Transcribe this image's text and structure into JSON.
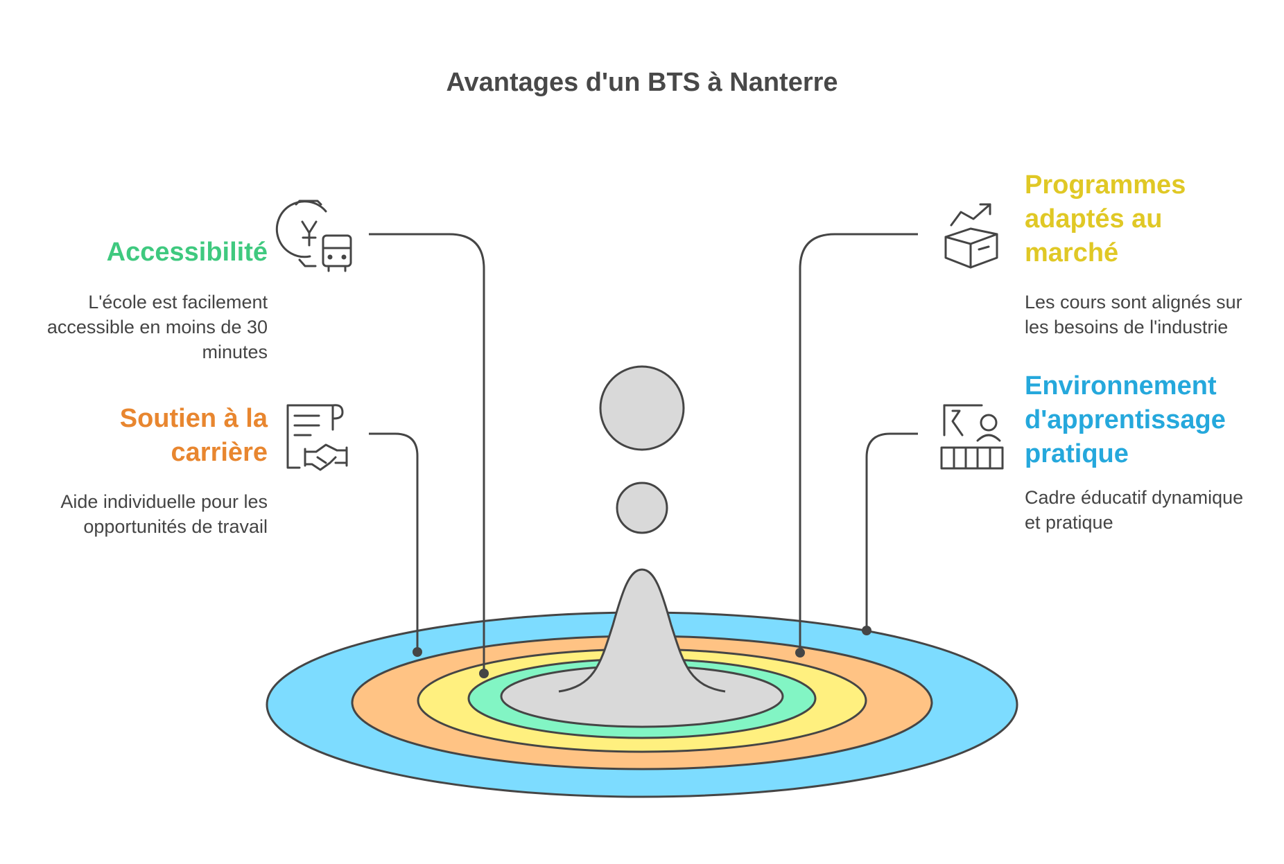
{
  "title": "Avantages d'un BTS à Nanterre",
  "colors": {
    "ring_outer": "#7ddcff",
    "ring_2": "#ffc384",
    "ring_3": "#fff07f",
    "ring_4": "#82f5c4",
    "center": "#d9d9d9",
    "stroke": "#454545"
  },
  "items": [
    {
      "heading": "Accessibilité",
      "description": "L'école est facilement accessible en moins de 30 minutes",
      "color": "#3fc97f",
      "icon": "clock-bus-icon"
    },
    {
      "heading": "Soutien à la carrière",
      "description": "Aide individuelle pour les opportunités de travail",
      "color": "#e8862f",
      "icon": "document-handshake-icon"
    },
    {
      "heading": "Programmes adaptés au marché",
      "description": "Les cours sont alignés sur les besoins de l'industrie",
      "color": "#e0c825",
      "icon": "book-growth-icon"
    },
    {
      "heading": "Environnement d'apprentissage pratique",
      "description": "Cadre éducatif dynamique et pratique",
      "color": "#25a8dc",
      "icon": "classroom-teacher-icon"
    }
  ]
}
